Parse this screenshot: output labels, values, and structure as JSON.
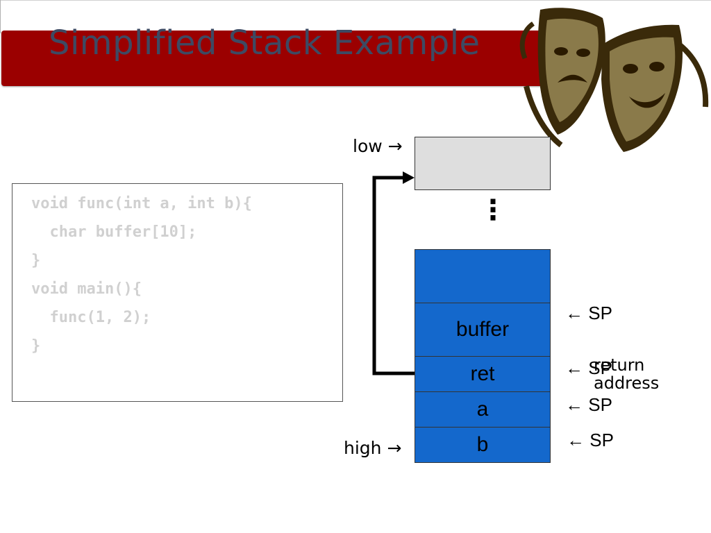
{
  "slide": {
    "title": "Simplified Stack Example"
  },
  "code": {
    "lines": [
      "void func(int a, int b){",
      "  char buffer[10];",
      "}",
      "void main(){",
      "  func(1, 2);",
      "}"
    ]
  },
  "stack": {
    "low_label": "low →",
    "high_label": "high →",
    "ellipsis": "⋮",
    "cells": [
      "",
      "",
      "buffer",
      "ret",
      "a",
      "b"
    ],
    "sp_labels": [
      "← SP",
      "← SP",
      "← SP",
      "← SP"
    ],
    "return_note": [
      "return",
      "address"
    ]
  },
  "colors": {
    "banner": "#9b0000",
    "title": "#3d4a63",
    "stack_cell": "#1468cc",
    "top_cell": "#dedede",
    "code_text": "#d0d0d0"
  }
}
